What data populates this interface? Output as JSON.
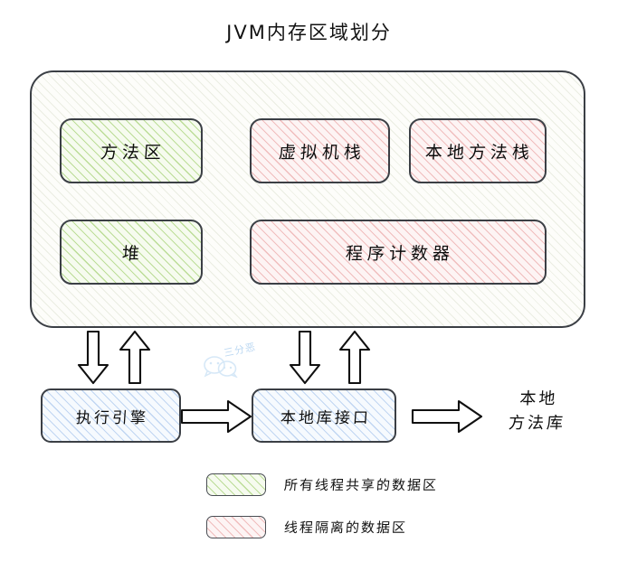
{
  "title": "JVM内存区域划分",
  "runtime_area": {
    "name": "runtime-data-area",
    "shared_boxes": [
      {
        "label": "方法区",
        "fill": "shared"
      },
      {
        "label": "堆",
        "fill": "shared"
      }
    ],
    "isolated_boxes": [
      {
        "label": "虚拟机栈",
        "fill": "isolated"
      },
      {
        "label": "本地方法栈",
        "fill": "isolated"
      },
      {
        "label": "程序计数器",
        "fill": "isolated"
      }
    ]
  },
  "bottom": {
    "execution_engine": "执行引擎",
    "native_interface": "本地库接口",
    "native_method_library_line1": "本地",
    "native_method_library_line2": "方法库"
  },
  "legend": [
    {
      "label": "所有线程共享的数据区",
      "swatch": "green-hatch"
    },
    {
      "label": "线程隔离的数据区",
      "swatch": "red-hatch"
    }
  ],
  "watermark": {
    "text": "三分恶"
  },
  "colors": {
    "shared_fill": "#f6fbef",
    "shared_hatch": "#8cc450",
    "isolated_fill": "#fdf4f4",
    "isolated_hatch": "#e28282",
    "engine_fill": "#f6fafe",
    "engine_hatch": "#78a5e1",
    "stroke": "#3b3f45",
    "text": "#0d0d0d",
    "watermark": "#bcd8f2"
  }
}
